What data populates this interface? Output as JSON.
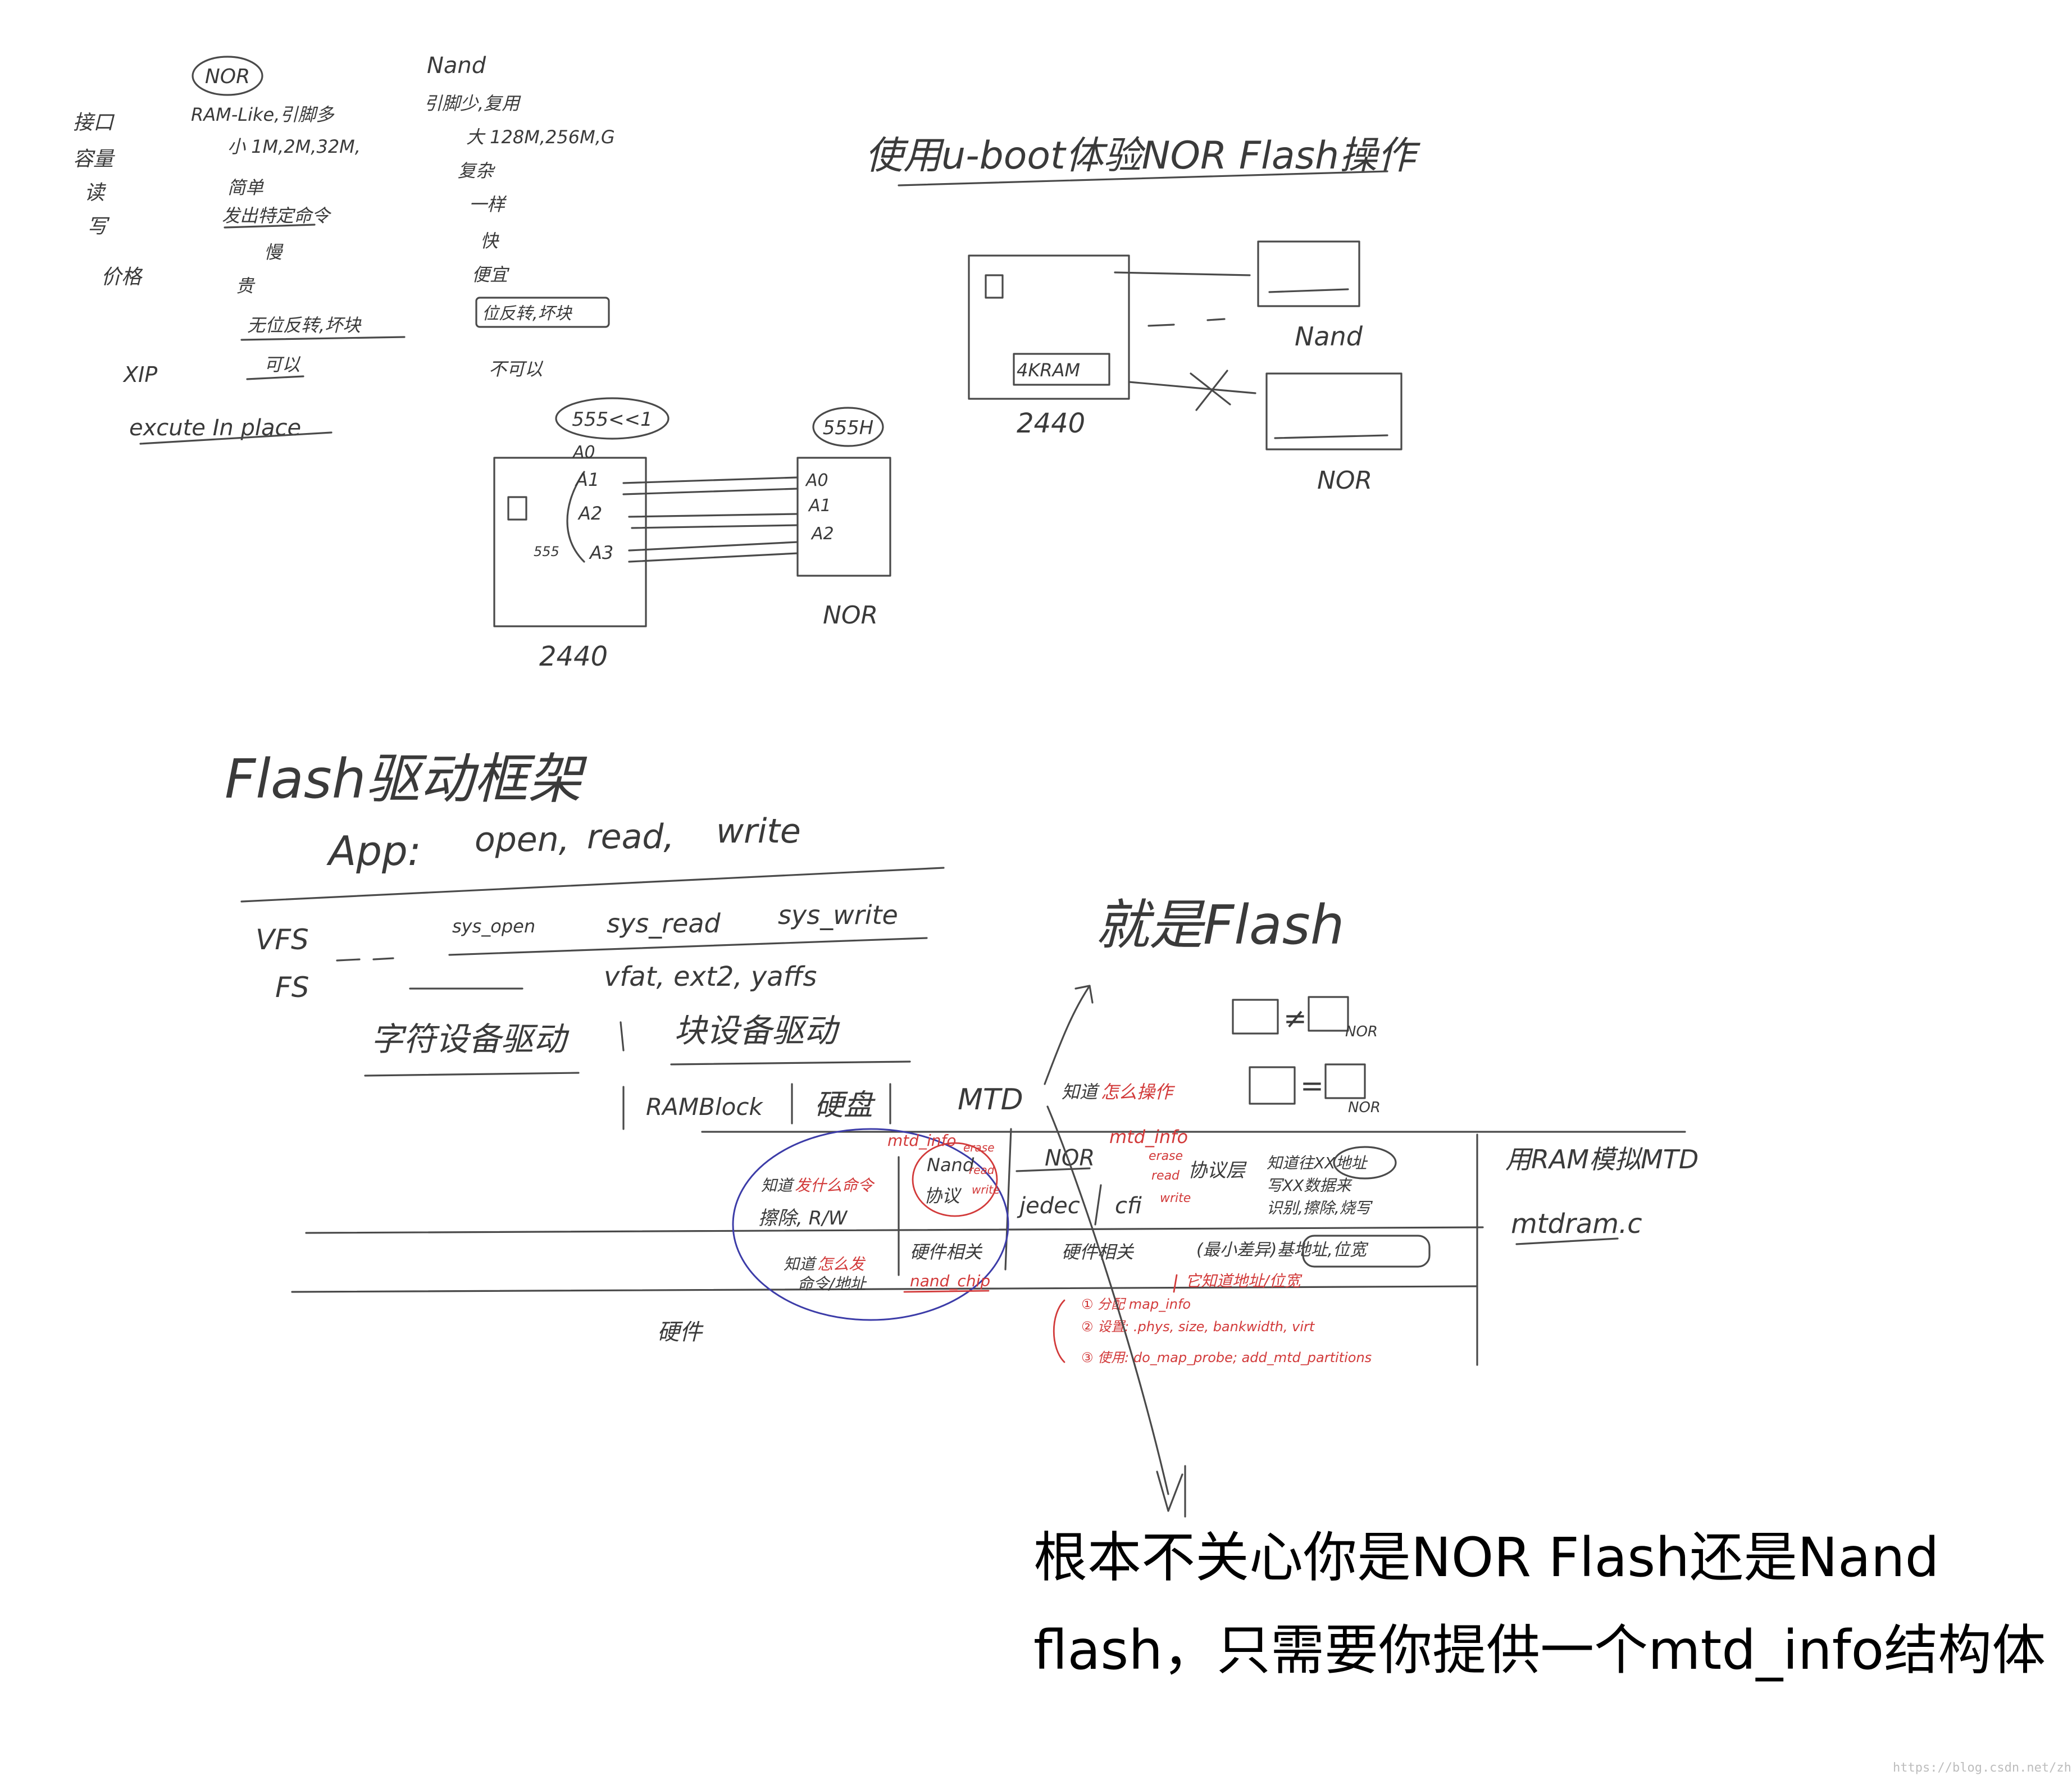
{
  "notes_top_left": {
    "nor_title": "NOR",
    "nand_title": "Nand",
    "row_labels": [
      "接口",
      "容量",
      "读",
      "写",
      "价格",
      "XIP"
    ],
    "nor_values": [
      "RAM-Like,引脚多",
      "小 1M,2M,32M,",
      "简单",
      "发出特定命令",
      "慢",
      "贵",
      "无位反转,坏块",
      "可以"
    ],
    "nand_values": [
      "引脚少,复用",
      "大 128M,256M,G",
      "复杂",
      "一样",
      "快",
      "便宜",
      "位反转,坏块",
      "不可以"
    ],
    "xip_note": "excute In place"
  },
  "diagram_address": {
    "left_chip_note": "555<<1",
    "left_pins": [
      "A0",
      "A1",
      "A2",
      "A3"
    ],
    "left_chip_addr": "555",
    "left_chip_name": "2440",
    "right_chip_note": "555H",
    "right_pins": [
      "A0",
      "A1",
      "A2"
    ],
    "right_chip_name": "NOR"
  },
  "diagram_uboot": {
    "title": "使用u-boot体验NOR Flash操作",
    "chip_name": "2440",
    "sram_label": "4KRAM",
    "nand_label": "Nand",
    "nor_label": "NOR"
  },
  "framework": {
    "title": "Flash驱动框架",
    "app_line": [
      "App:",
      "open,",
      "read,",
      "write"
    ],
    "vfs_label": "VFS",
    "vfs_calls": [
      "sys_open",
      "sys_read",
      "sys_write"
    ],
    "fs_label": "FS",
    "fs_types": "vfat, ext2, yaffs",
    "char_driver": "字符设备驱动",
    "block_driver": "块设备驱动",
    "block_items": [
      "RAMBlock",
      "硬盘",
      "MTD"
    ],
    "mtd_note": "知道怎么操作",
    "is_flash": "就是Flash",
    "neq": "≠",
    "eq": "=",
    "box_labels": [
      "NOR",
      "NOR"
    ],
    "nand_col": {
      "knows_top": "知道发什么命令",
      "ops": "擦除, R/W",
      "knows_bottom": "知道怎么发命令/地址",
      "mtd_info": "mtd_info",
      "nand": "Nand",
      "protocol": "协议",
      "ops_list": [
        "erase",
        "read",
        "write"
      ],
      "hw_related": "硬件相关",
      "nand_chip": "nand_chip"
    },
    "nor_col": {
      "nor": "NOR",
      "mtd_info": "mtd_info",
      "ops_list": [
        "erase",
        "read",
        "write"
      ],
      "protocol": "协议层",
      "jedec": "jedec",
      "cfi": "cfi",
      "knows_note": "知道往XX地址写XX数据来识别,擦除,烧写",
      "hw_related": "硬件相关",
      "hw_note": "(最小差异)基地址,位宽",
      "hw_note2": "它知道地址/位宽",
      "steps": [
        "① 分配 map_info",
        "② 设置: .phys, size, bankwidth, virt",
        "③ 使用: do_map_probe; add_mtd_partitions"
      ]
    },
    "ram_col": {
      "title": "用RAM模拟MTD",
      "file": "mtdram.c"
    },
    "hardware": "硬件"
  },
  "caption": {
    "line1": "根本不关心你是NOR Flash还是Nand",
    "line2": "flash，只需要你提供一个mtd_info结构体"
  },
  "watermark": "https://blog.csdn.net/zhoulunje"
}
